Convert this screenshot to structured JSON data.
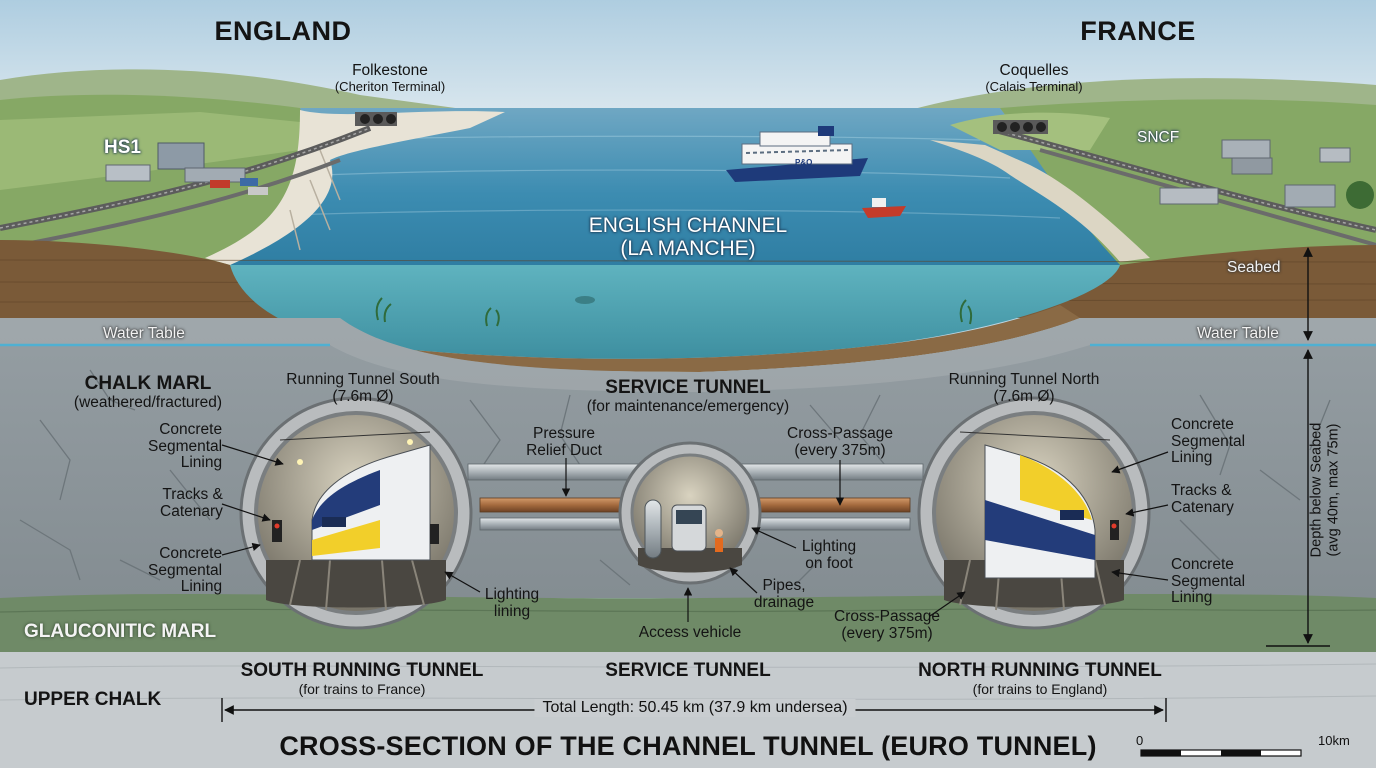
{
  "regions": {
    "england": "ENGLAND",
    "france": "FRANCE"
  },
  "terminals": {
    "england_name": "Folkestone",
    "england_sub": "(Cheriton Terminal)",
    "france_name": "Coquelles",
    "france_sub": "(Calais Terminal)"
  },
  "rail_labels": {
    "uk": "HS1",
    "fr": "SNCF"
  },
  "channel": {
    "line1": "ENGLISH CHANNEL",
    "line2": "(LA MANCHE)",
    "ship_logo": "P&O"
  },
  "strata": {
    "seabed": "Seabed",
    "water_table_left": "Water Table",
    "water_table_right": "Water Table",
    "chalk_marl": "CHALK MARL",
    "chalk_marl_sub": "(weathered/fractured)",
    "glauconitic": "GLAUCONITIC MARL",
    "upper_chalk": "UPPER CHALK"
  },
  "depth": {
    "line1": "Depth below Seabed",
    "line2": "(avg 40m, max 75m)"
  },
  "tunnels": {
    "south": {
      "title": "Running Tunnel South",
      "dia": "(7.6m Ø)",
      "bottom_title": "SOUTH RUNNING TUNNEL",
      "bottom_sub": "(for trains to France)"
    },
    "service": {
      "title": "SERVICE TUNNEL",
      "sub": "(for maintenance/emergency)",
      "bottom_title": "SERVICE TUNNEL"
    },
    "north": {
      "title": "Running Tunnel North",
      "dia": "(7.6m Ø)",
      "bottom_title": "NORTH RUNNING TUNNEL",
      "bottom_sub": "(for trains to England)"
    }
  },
  "callouts": {
    "south_lining_top_1": "Concrete",
    "south_lining_top_2": "Segmental",
    "south_lining_top_3": "Lining",
    "south_tracks_1": "Tracks &",
    "south_tracks_2": "Catenary",
    "south_lining_bot_1": "Concrete",
    "south_lining_bot_2": "Segmental",
    "south_lining_bot_3": "Lining",
    "south_lighting_1": "Lighting",
    "south_lighting_2": "lining",
    "pressure_1": "Pressure",
    "pressure_2": "Relief Duct",
    "xpass_top_1": "Cross-Passage",
    "xpass_top_2": "(every 375m)",
    "lighting_foot_1": "Lighting",
    "lighting_foot_2": "on foot",
    "pipes_1": "Pipes,",
    "pipes_2": "drainage",
    "access": "Access vehicle",
    "xpass_bot_1": "Cross-Passage",
    "xpass_bot_2": "(every 375m)",
    "north_lining_top_1": "Concrete",
    "north_lining_top_2": "Segmental",
    "north_lining_top_3": "Lining",
    "north_tracks_1": "Tracks &",
    "north_tracks_2": "Catenary",
    "north_lining_bot_1": "Concrete",
    "north_lining_bot_2": "Segmental",
    "north_lining_bot_3": "Lining"
  },
  "footer": {
    "length": "Total Length: 50.45 km (37.9 km undersea)",
    "title": "CROSS-SECTION OF THE CHANNEL TUNNEL (EURO TUNNEL)",
    "scale_min": "0",
    "scale_max": "10km"
  },
  "colors": {
    "sky": "#c9dde9",
    "sea": "#3f8fb3",
    "chalk_marl": "#8d969b",
    "glauconitic": "#6f8a67",
    "upper_chalk": "#c6cbce",
    "brown_soil": "#7a5a38",
    "eurostar_yellow": "#f2cf2a",
    "eurostar_blue": "#233c7a"
  }
}
